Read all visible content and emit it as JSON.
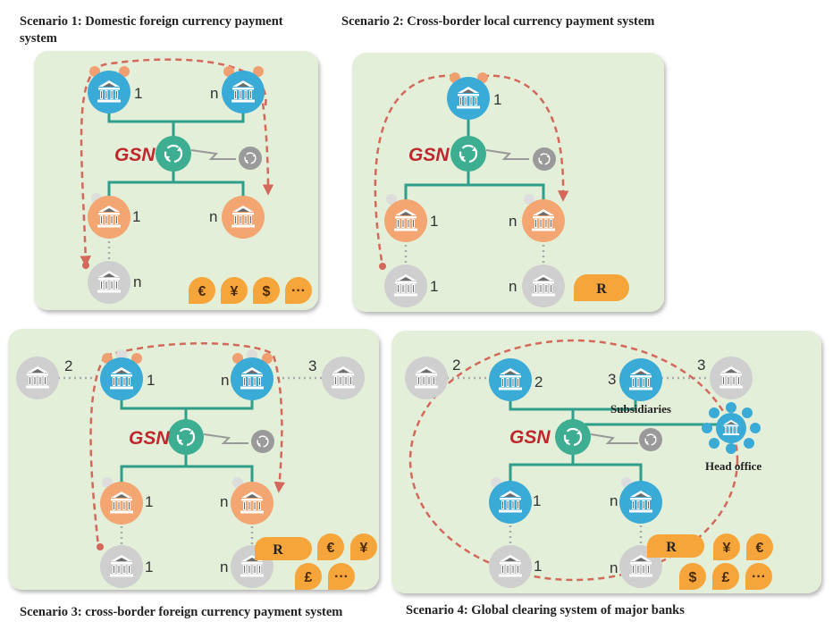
{
  "captions": {
    "s1_line1": "Scenario 1: Domestic foreign currency payment",
    "s1_line2": "system",
    "s2": "Scenario 2: Cross-border local currency payment system",
    "s3": "Scenario 3: cross-border foreign currency payment system",
    "s4": "Scenario 4: Global clearing system of major banks"
  },
  "labels": {
    "gsn": "GSN",
    "one": "1",
    "two": "2",
    "three": "3",
    "n": "n",
    "subsidiaries": "Subsidiaries",
    "head_office": "Head office"
  },
  "currency": {
    "euro": "€",
    "yen": "¥",
    "dollar": "$",
    "pound": "£",
    "more": "···",
    "rand": "R"
  },
  "colors": {
    "panel_bg": "#e3efd8",
    "bank_blue": "#3aaad6",
    "bank_orange": "#f3a572",
    "bank_gray": "#cfcfcf",
    "hub_green": "#3eae92",
    "link_teal": "#2f9e8a",
    "dash_red": "#d4685b",
    "bubble_orange": "#f5a53a",
    "gsn_red": "#c0272d"
  },
  "icons": [
    "bank-icon",
    "gsn-hub-icon",
    "cycle-icon",
    "currency-bubble-icon",
    "head-office-icon"
  ]
}
